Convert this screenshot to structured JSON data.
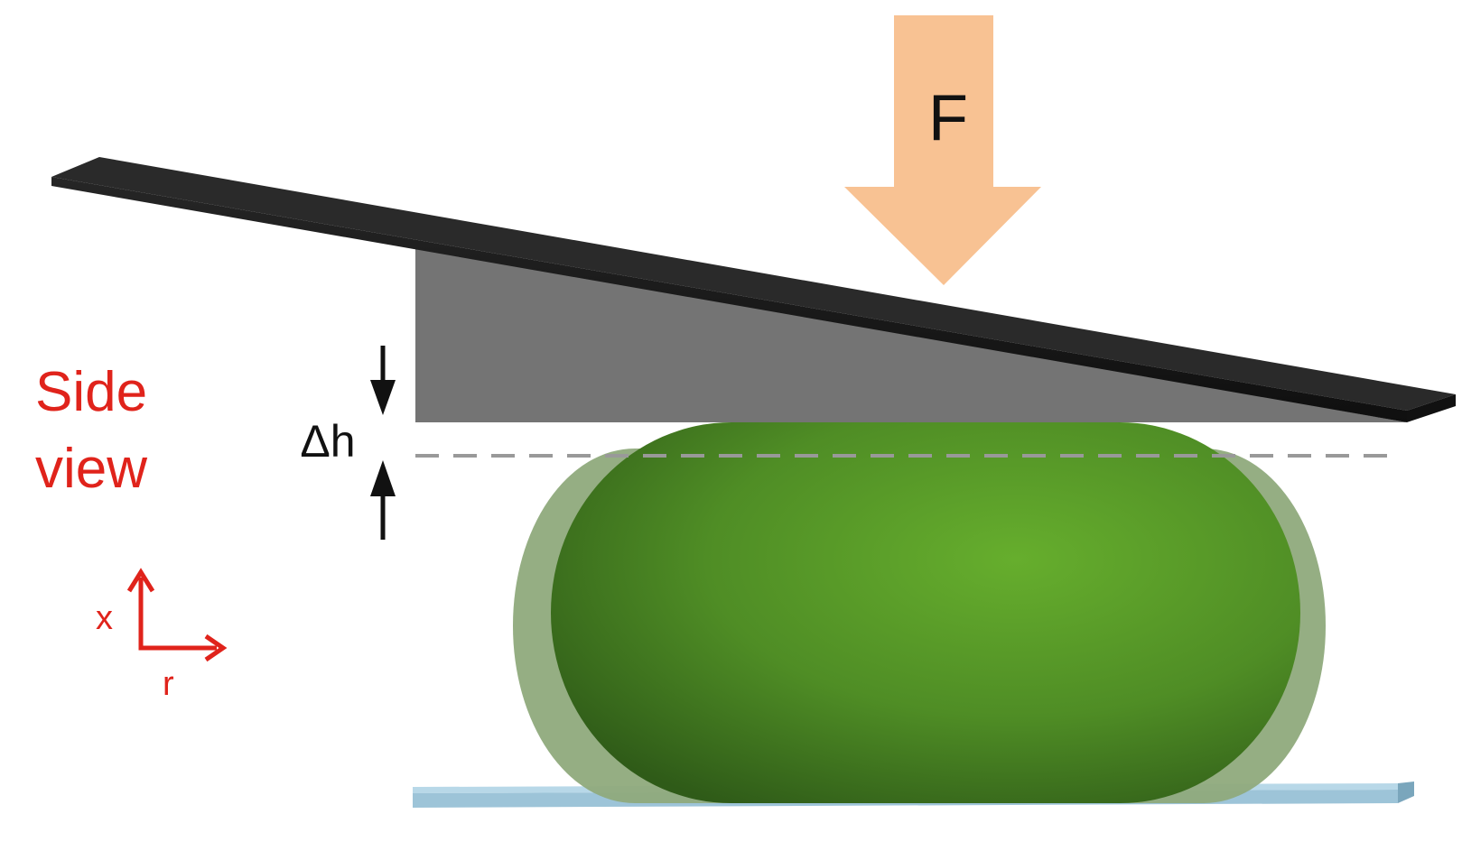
{
  "labels": {
    "side_view_line1": "Side",
    "side_view_line2": "view",
    "force": "F",
    "delta_h": "Δh",
    "axis_x": "x",
    "axis_r": "r"
  },
  "colors": {
    "cantilever": "#1a1a1a",
    "tip": "#747474",
    "cell_dark": "#3a6b1e",
    "cell_light": "#65ab2c",
    "cell_ghost": "#8faa7c",
    "substrate": "#9dc4d8",
    "force_arrow": "#f8c293",
    "label_red": "#e0231b",
    "dashed_line": "#999999"
  },
  "icons": {
    "force_arrow": "down-arrow",
    "delta_h_arrows": "converging-arrows",
    "axes": "xr-coordinate-axes"
  }
}
